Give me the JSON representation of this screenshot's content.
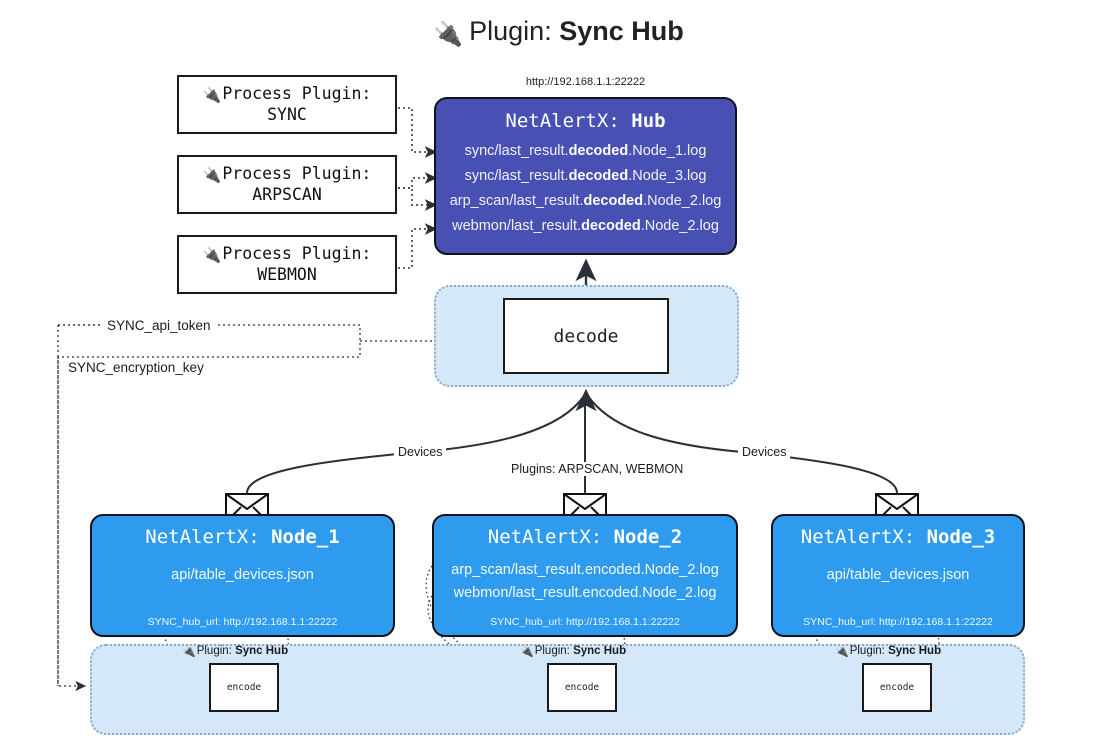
{
  "title": {
    "icon": "plug-icon",
    "prefix": "Plugin: ",
    "name": "Sync Hub"
  },
  "colors": {
    "hub_fill": "#4850b4",
    "node_fill": "#2e9bef",
    "band_fill": "#d5e8fa",
    "band_border": "#8ba9c2",
    "stroke": "#11121c",
    "background": "#ffffff"
  },
  "process_plugins": [
    {
      "icon": "plug-icon",
      "line1": "Process Plugin:",
      "line2": "SYNC"
    },
    {
      "icon": "plug-icon",
      "line1": "Process Plugin:",
      "line2": "ARPSCAN"
    },
    {
      "icon": "plug-icon",
      "line1": "Process Plugin:",
      "line2": "WEBMON"
    }
  ],
  "hub": {
    "url": "http://192.168.1.1:22222",
    "title_prefix": "NetAlertX: ",
    "title_name": "Hub",
    "lines": [
      {
        "pre": "sync/last_result.",
        "mid": "decoded",
        "post": ".Node_1.log"
      },
      {
        "pre": "sync/last_result.",
        "mid": "decoded",
        "post": ".Node_3.log"
      },
      {
        "pre": "arp_scan/last_result.",
        "mid": "decoded",
        "post": ".Node_2.log"
      },
      {
        "pre": "webmon/last_result.",
        "mid": "decoded",
        "post": ".Node_2.log"
      }
    ]
  },
  "decode": {
    "label": "decode"
  },
  "settings": [
    {
      "label": "SYNC_api_token"
    },
    {
      "label": "SYNC_encryption_key"
    }
  ],
  "edge_labels": {
    "devices_left": "Devices",
    "devices_right": "Devices",
    "plugins": "Plugins: ARPSCAN, WEBMON"
  },
  "nodes": [
    {
      "title_prefix": "NetAlertX: ",
      "title_name": "Node_1",
      "lines": [
        "api/table_devices.json"
      ],
      "footer": "SYNC_hub_url: http://192.168.1.1:22222",
      "envelope_icon": "envelope-icon"
    },
    {
      "title_prefix": "NetAlertX: ",
      "title_name": "Node_2",
      "lines": [
        "arp_scan/last_result.encoded.Node_2.log",
        "webmon/last_result.encoded.Node_2.log"
      ],
      "footer": "SYNC_hub_url: http://192.168.1.1:22222",
      "envelope_icon": "envelope-icon"
    },
    {
      "title_prefix": "NetAlertX: ",
      "title_name": "Node_3",
      "lines": [
        "api/table_devices.json"
      ],
      "footer": "SYNC_hub_url: http://192.168.1.1:22222",
      "envelope_icon": "envelope-icon"
    }
  ],
  "encoders": [
    {
      "caption_prefix": "Plugin: ",
      "caption_name": "Sync Hub",
      "label": "encode",
      "icon": "plug-icon"
    },
    {
      "caption_prefix": "Plugin: ",
      "caption_name": "Sync Hub",
      "label": "encode",
      "icon": "plug-icon"
    },
    {
      "caption_prefix": "Plugin: ",
      "caption_name": "Sync Hub",
      "label": "encode",
      "icon": "plug-icon"
    }
  ]
}
